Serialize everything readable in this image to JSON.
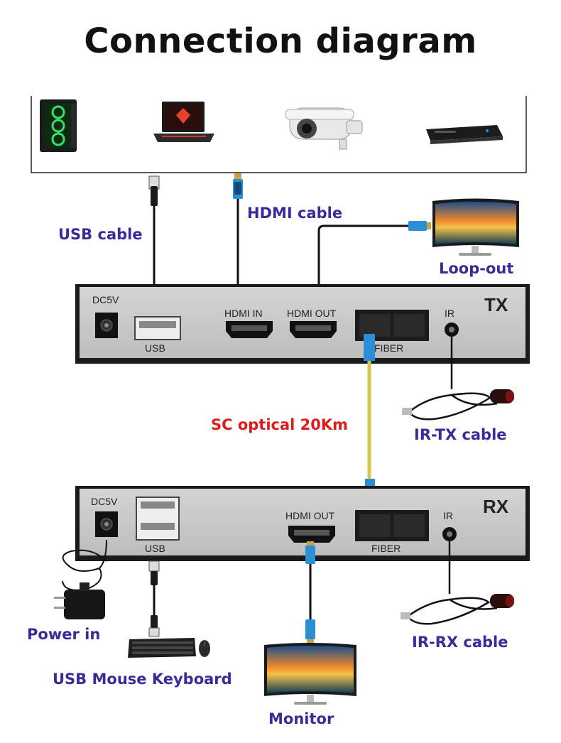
{
  "title": "Connection diagram",
  "sources": {
    "items": [
      {
        "icon": "desktop-pc-icon"
      },
      {
        "icon": "laptop-icon"
      },
      {
        "icon": "security-camera-icon"
      },
      {
        "icon": "dvd-player-icon"
      }
    ]
  },
  "labels": {
    "usb_cable": "USB cable",
    "hdmi_cable": "HDMI cable",
    "loop_out": "Loop-out",
    "sc_optical": "SC optical 20Km",
    "ir_tx_cable": "IR-TX cable",
    "power_in": "Power in",
    "usb_mouse_keyboard": "USB Mouse Keyboard",
    "ir_rx_cable": "IR-RX cable",
    "monitor": "Monitor"
  },
  "tx": {
    "name": "TX",
    "ports": {
      "dc": "DC5V",
      "usb": "USB",
      "hdmi_in": "HDMI IN",
      "hdmi_out": "HDMI OUT",
      "fiber": "FIBER",
      "ir": "IR"
    }
  },
  "rx": {
    "name": "RX",
    "ports": {
      "dc": "DC5V",
      "usb": "USB",
      "hdmi_out": "HDMI OUT",
      "fiber": "FIBER",
      "ir": "IR"
    }
  },
  "colors": {
    "label": "#3a2a9a",
    "fiber_label": "#e01a1a",
    "device_panel": "#c9c9c9",
    "device_frame": "#1a1a1a",
    "hdmi_connector": "#2b8fd6",
    "fiber_cable": "#d8c64a"
  }
}
